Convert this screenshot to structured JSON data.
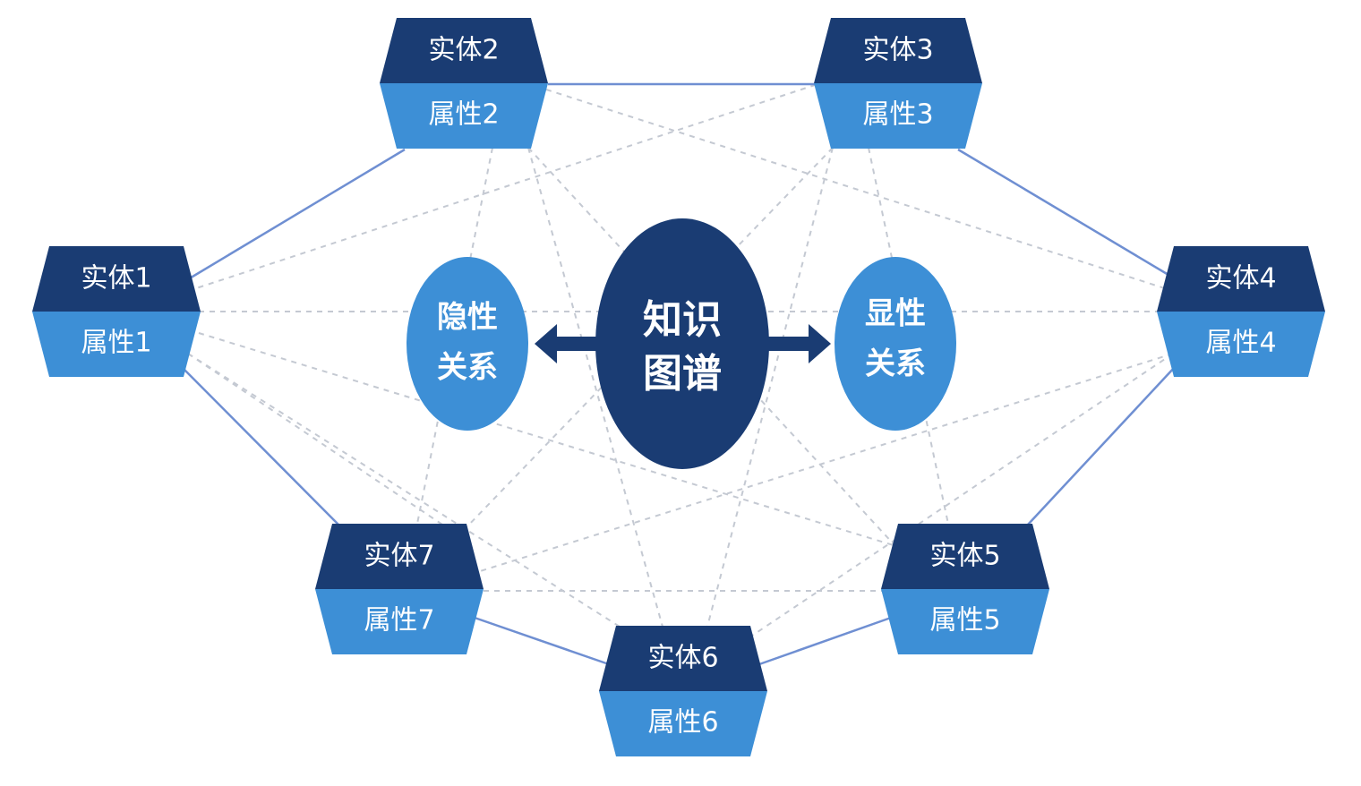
{
  "colors": {
    "dark_blue": "#1a3c73",
    "light_blue": "#3d8fd6",
    "solid_line": "#6f8fd2",
    "dashed_line": "#c4c9d2"
  },
  "center": {
    "line1": "知识",
    "line2": "图谱"
  },
  "left_circle": {
    "line1": "隐性",
    "line2": "关系"
  },
  "right_circle": {
    "line1": "显性",
    "line2": "关系"
  },
  "nodes": [
    {
      "entity": "实体1",
      "attribute": "属性1"
    },
    {
      "entity": "实体2",
      "attribute": "属性2"
    },
    {
      "entity": "实体3",
      "attribute": "属性3"
    },
    {
      "entity": "实体4",
      "attribute": "属性4"
    },
    {
      "entity": "实体5",
      "attribute": "属性5"
    },
    {
      "entity": "实体6",
      "attribute": "属性6"
    },
    {
      "entity": "实体7",
      "attribute": "属性7"
    }
  ]
}
